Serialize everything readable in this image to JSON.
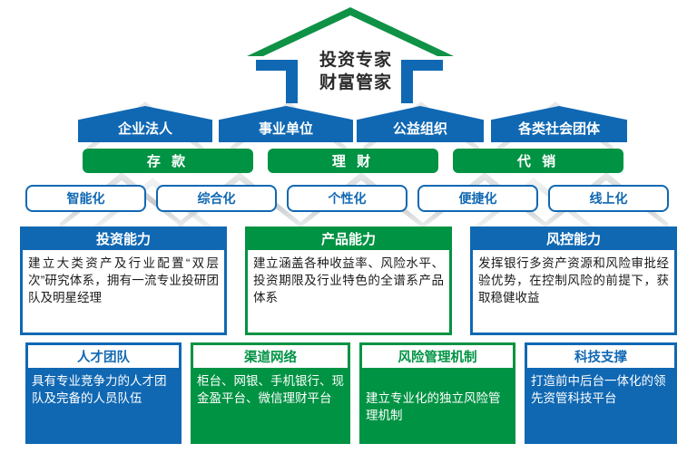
{
  "colors": {
    "blue": "#1068B3",
    "green": "#009343",
    "grey": "#cfd2d4",
    "text": "#2b2b2b"
  },
  "brand": {
    "line1": "投资专家",
    "line2": "财富管家"
  },
  "row_clients": [
    {
      "label": "企业法人"
    },
    {
      "label": "事业单位"
    },
    {
      "label": "公益组织"
    },
    {
      "label": "各类社会团体"
    }
  ],
  "row_services": [
    {
      "label": "存 款"
    },
    {
      "label": "理 财"
    },
    {
      "label": "代 销"
    }
  ],
  "row_features": [
    {
      "label": "智能化"
    },
    {
      "label": "综合化"
    },
    {
      "label": "个性化"
    },
    {
      "label": "便捷化"
    },
    {
      "label": "线上化"
    }
  ],
  "row_capabilities": [
    {
      "title": "投资能力",
      "body": "建立大类资产及行业配置“双层次”研究体系，拥有一流专业投研团队及明星经理",
      "color": "blue"
    },
    {
      "title": "产品能力",
      "body": "建立涵盖各种收益率、风险水平、投资期限及行业特色的全谱系产品体系",
      "color": "green"
    },
    {
      "title": "风控能力",
      "body": "发挥银行多资产资源和风险审批经验优势，在控制风险的前提下，获取稳健收益",
      "color": "blue"
    }
  ],
  "row_foundations": [
    {
      "title": "人才团队",
      "body": "具有专业竞争力的人才团队及完备的人员队伍",
      "color": "blue"
    },
    {
      "title": "渠道网络",
      "body": "柜台、网银、手机银行、现金盈平台、微信理财平台",
      "color": "green"
    },
    {
      "title": "风险管理机制",
      "body": "建立专业化的独立风险管理机制",
      "color": "green"
    },
    {
      "title": "科技支撑",
      "body": "打造前中后台一体化的领先资管科技平台",
      "color": "blue"
    }
  ]
}
